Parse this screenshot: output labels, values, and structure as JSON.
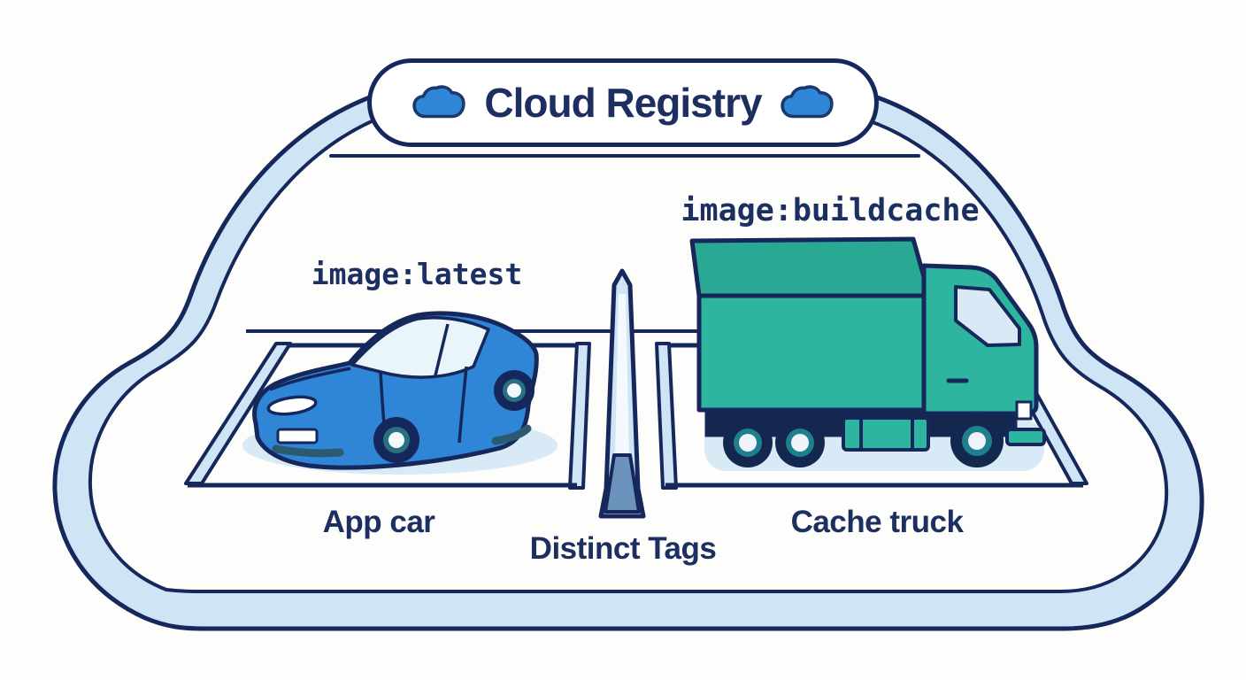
{
  "header": {
    "title": "Cloud Registry"
  },
  "slots": {
    "left": {
      "tag_label": "image:latest",
      "caption": "App car"
    },
    "right": {
      "tag_label": "image:buildcache",
      "caption": "Cache truck"
    }
  },
  "divider": {
    "caption": "Distinct Tags"
  },
  "icons": {
    "header_left": "cloud-icon",
    "header_right": "cloud-icon"
  },
  "colors": {
    "outline_navy": "#16275b",
    "text_navy": "#1d2e60",
    "icon_cloud_blue": "#2f86d6",
    "car_blue": "#2f85d6",
    "car_glass": "#eaf4fb",
    "truck_teal": "#2eb5a0",
    "truck_top_teal": "#29a893",
    "truck_chassis_navy": "#14284f",
    "wheel_ring_teal": "#1f7f8f",
    "light_blue_band": "#cfe4f5",
    "shadow_blue": "#d9eaf7",
    "divider_base_blue": "#6b93bc",
    "background": "#fdfdfb"
  }
}
